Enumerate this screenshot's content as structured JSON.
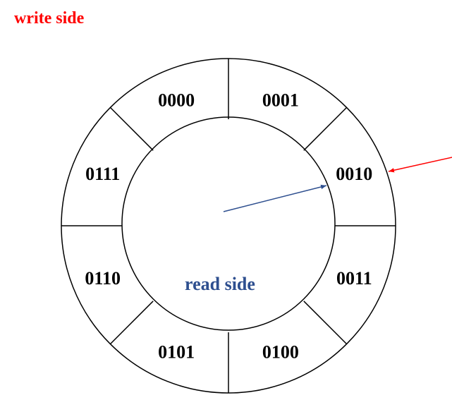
{
  "write_label": "write side",
  "read_label": "read side",
  "segments": [
    "0000",
    "0001",
    "0010",
    "0011",
    "0100",
    "0101",
    "0110",
    "0111"
  ],
  "write_pointer_at": "0010",
  "read_pointer_at": "0010",
  "colors": {
    "write": "#ff0000",
    "read": "#2e4f8f",
    "stroke": "#000000"
  }
}
